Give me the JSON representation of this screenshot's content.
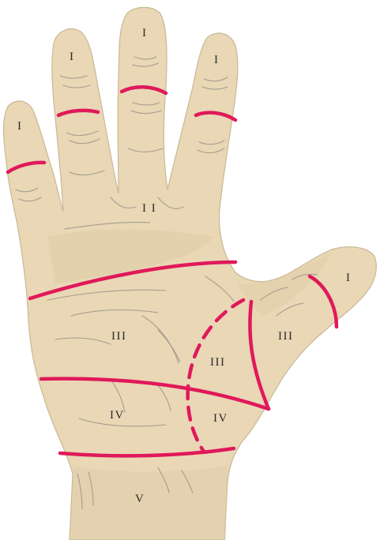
{
  "colors": {
    "background": "#ffffff",
    "skin": "#e9d7b6",
    "skin_shadow": "#d8c29c",
    "outline": "#b9ab92",
    "crease": "#9a9388",
    "zone_line": "#e0195a",
    "label_text": "#2b2b2b"
  },
  "labels": {
    "thumb_tip": "I",
    "index_tip": "I",
    "middle_tip": "I",
    "ring_tip": "I",
    "little_tip": "I",
    "fingers_base": "I I",
    "palm_upper": "III",
    "palm_lower": "IV",
    "wrist": "V",
    "thumb_mid": "III",
    "thenar_upper": "III",
    "thenar_lower": "IV"
  }
}
